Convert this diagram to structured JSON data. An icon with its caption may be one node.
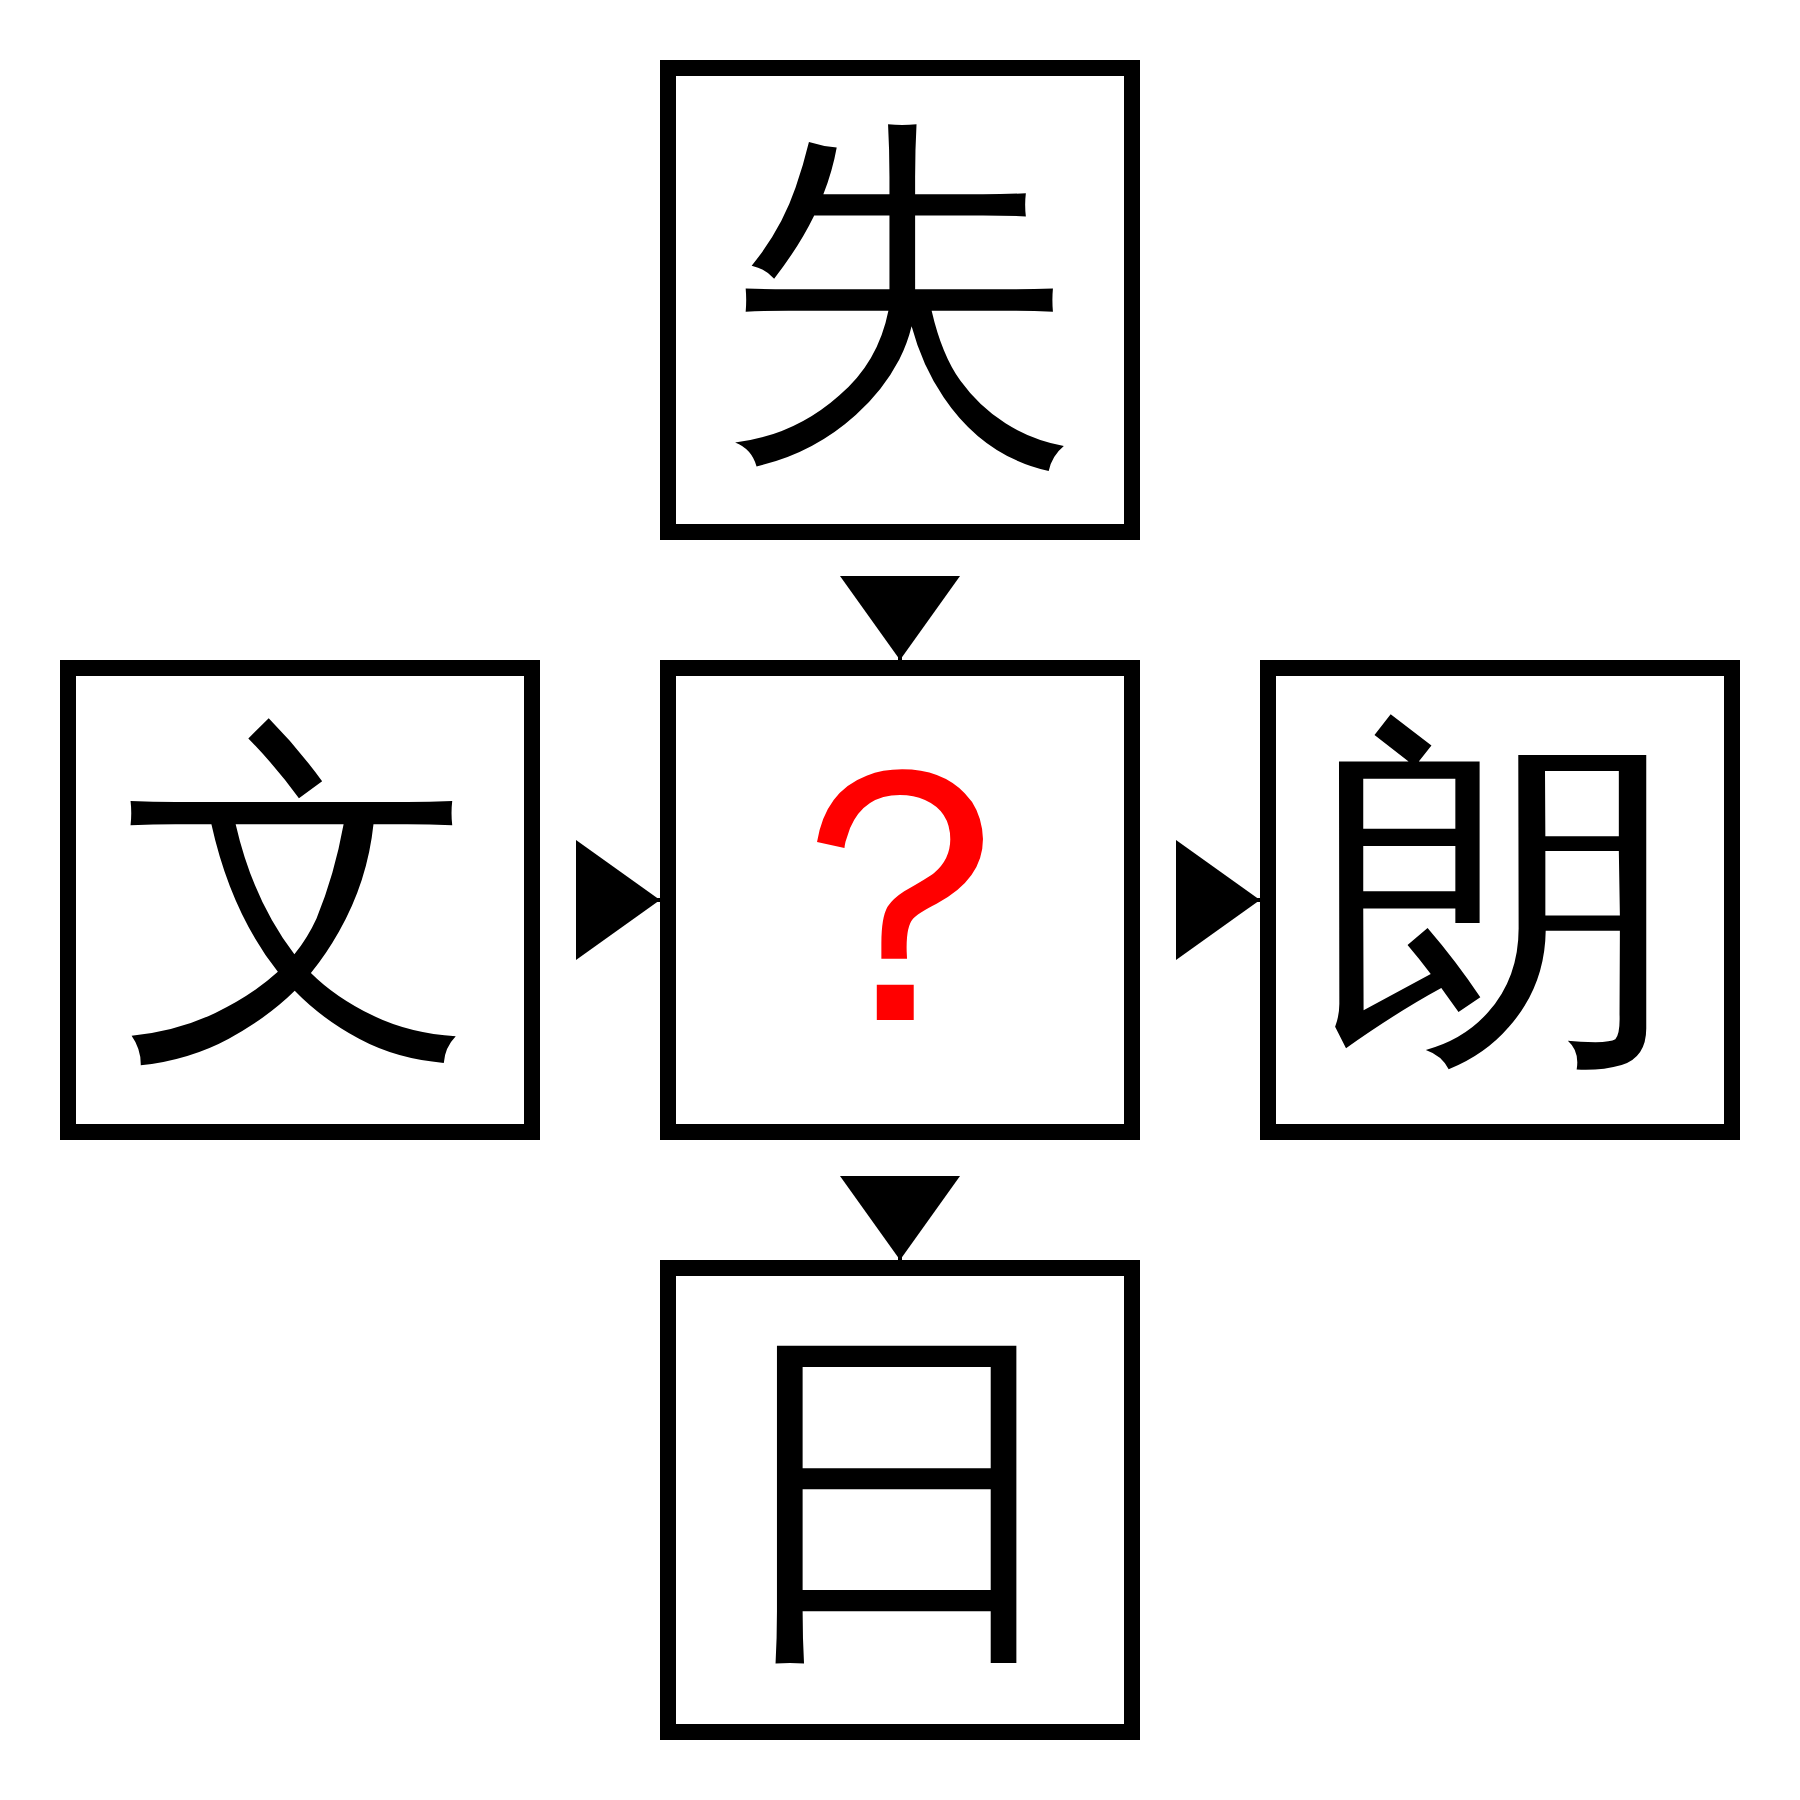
{
  "diagram": {
    "nodes": [
      {
        "text": [
          "失"
        ]
      },
      {
        "text": [
          "文"
        ]
      },
      {
        "text": [
          "？"
        ]
      },
      {
        "text": [
          "朗"
        ]
      },
      {
        "text": [
          "日"
        ]
      }
    ],
    "edges": [
      {
        "from": 0,
        "to": 2,
        "arrow": "to"
      },
      {
        "from": 1,
        "to": 2,
        "arrow": "to"
      },
      {
        "from": 2,
        "to": 3,
        "arrow": "to"
      },
      {
        "from": 2,
        "to": 4,
        "arrow": "to"
      }
    ]
  }
}
